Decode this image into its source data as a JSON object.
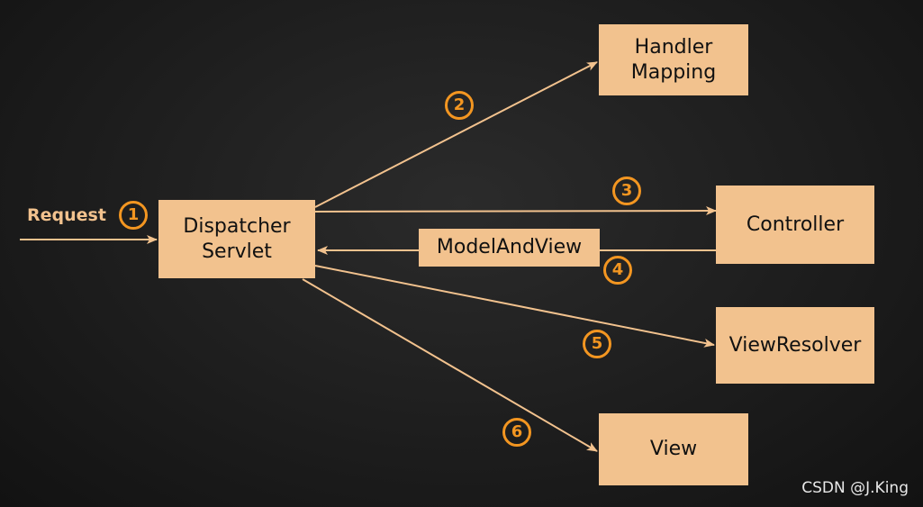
{
  "colors": {
    "box_fill": "#f2c28e",
    "arrow": "#f2c28e",
    "step_number": "#f39621",
    "background": "#1e1e1e"
  },
  "request_label": "Request",
  "nodes": {
    "dispatcher": "Dispatcher\nServlet",
    "handler_mapping": "Handler\nMapping",
    "controller": "Controller",
    "model_and_view": "ModelAndView",
    "view_resolver": "ViewResolver",
    "view": "View"
  },
  "steps": {
    "s1": "1",
    "s2": "2",
    "s3": "3",
    "s4": "4",
    "s5": "5",
    "s6": "6"
  },
  "watermark": "CSDN @J.King"
}
